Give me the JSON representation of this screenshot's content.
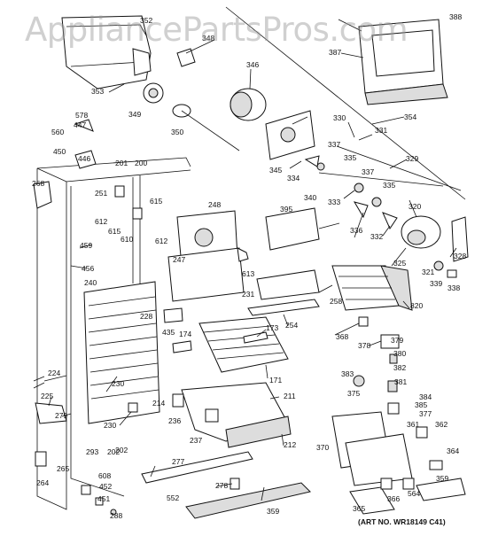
{
  "watermark": "AppliancePartsPros.com",
  "art_no": "(ART NO. WR18149 C41)",
  "part_labels": [
    "352",
    "348",
    "388",
    "387",
    "346",
    "353",
    "349",
    "350",
    "354",
    "578",
    "447",
    "560",
    "330",
    "331",
    "337",
    "335",
    "450",
    "446",
    "201",
    "200",
    "345",
    "334",
    "329",
    "268",
    "251",
    "340",
    "333",
    "337",
    "335",
    "615",
    "248",
    "612",
    "615",
    "395",
    "320",
    "336",
    "332",
    "610",
    "612",
    "325",
    "328",
    "459",
    "613",
    "247",
    "321",
    "339",
    "338",
    "456",
    "240",
    "231",
    "258",
    "820",
    "202",
    "228",
    "435",
    "174",
    "254",
    "173",
    "368",
    "378",
    "379",
    "380",
    "382",
    "381",
    "171",
    "224",
    "230",
    "383",
    "375",
    "384",
    "385",
    "225",
    "214",
    "211",
    "279",
    "236",
    "377",
    "230",
    "237",
    "212",
    "361",
    "362",
    "370",
    "364",
    "293",
    "202",
    "265",
    "277",
    "359",
    "608",
    "264",
    "452",
    "451",
    "278",
    "365",
    "366",
    "564",
    "552",
    "288",
    "359"
  ]
}
